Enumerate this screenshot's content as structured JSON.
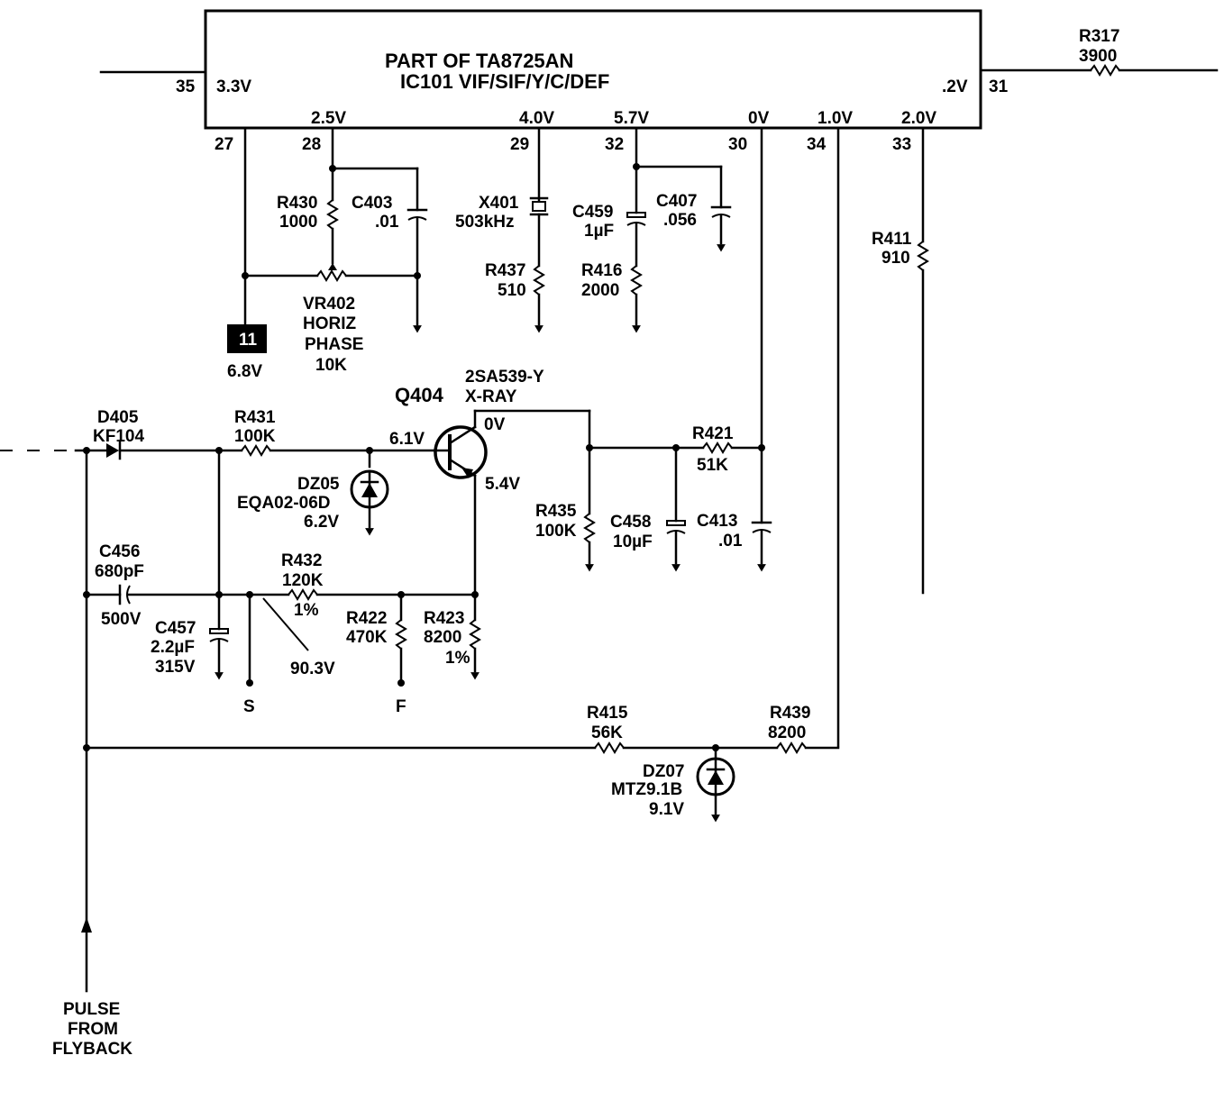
{
  "ic": {
    "line1": "PART OF  TA8725AN",
    "line2": "IC101  VIF/SIF/Y/C/DEF",
    "pins": {
      "p35": "35",
      "p35_v": "3.3V",
      "p31": "31",
      "p31_v": ".2V",
      "p27": "27",
      "p28": "28",
      "p28_v": "2.5V",
      "p29": "29",
      "p29_v": "4.0V",
      "p32": "32",
      "p32_v": "5.7V",
      "p30": "30",
      "p30_v": "0V",
      "p34": "34",
      "p34_v": "1.0V",
      "p33": "33",
      "p33_v": "2.0V"
    }
  },
  "components": {
    "r317": {
      "name": "R317",
      "value": "3900"
    },
    "r430": {
      "name": "R430",
      "value": "1000"
    },
    "c403": {
      "name": "C403",
      "value": ".01"
    },
    "x401": {
      "name": "X401",
      "value": "503kHz"
    },
    "r437": {
      "name": "R437",
      "value": "510"
    },
    "c459": {
      "name": "C459",
      "value": "1µF"
    },
    "c407": {
      "name": "C407",
      "value": ".056"
    },
    "r416": {
      "name": "R416",
      "value": "2000"
    },
    "r411": {
      "name": "R411",
      "value": "910"
    },
    "vr402": {
      "name": "VR402",
      "l2": "HORIZ",
      "l3": "PHASE",
      "value": "10K"
    },
    "term11": {
      "label": "11",
      "voltage": "6.8V"
    },
    "q404": {
      "name": "Q404",
      "type": "2SA539-Y",
      "func": "X-RAY",
      "v_c": "0V",
      "v_b": "6.1V",
      "v_e": "5.4V"
    },
    "d405": {
      "name": "D405",
      "value": "KF104"
    },
    "r431": {
      "name": "R431",
      "value": "100K"
    },
    "dz05": {
      "name": "DZ05",
      "value": "EQA02-06D",
      "voltage": "6.2V"
    },
    "r421": {
      "name": "R421",
      "value": "51K"
    },
    "r435": {
      "name": "R435",
      "value": "100K"
    },
    "c458": {
      "name": "C458",
      "value": "10µF"
    },
    "c413": {
      "name": "C413",
      "value": ".01"
    },
    "c456": {
      "name": "C456",
      "value": "680pF",
      "rating": "500V"
    },
    "r432": {
      "name": "R432",
      "value": "120K",
      "tol": "1%"
    },
    "c457": {
      "name": "C457",
      "value": "2.2µF",
      "rating": "315V"
    },
    "r422": {
      "name": "R422",
      "value": "470K"
    },
    "r423": {
      "name": "R423",
      "value": "8200",
      "tol": "1%"
    },
    "node_v": "90.3V",
    "s_label": "S",
    "f_label": "F",
    "r415": {
      "name": "R415",
      "value": "56K"
    },
    "r439": {
      "name": "R439",
      "value": "8200"
    },
    "dz07": {
      "name": "DZ07",
      "value": "MTZ9.1B",
      "voltage": "9.1V"
    }
  },
  "pulse": {
    "l1": "PULSE",
    "l2": "FROM",
    "l3": "FLYBACK"
  }
}
